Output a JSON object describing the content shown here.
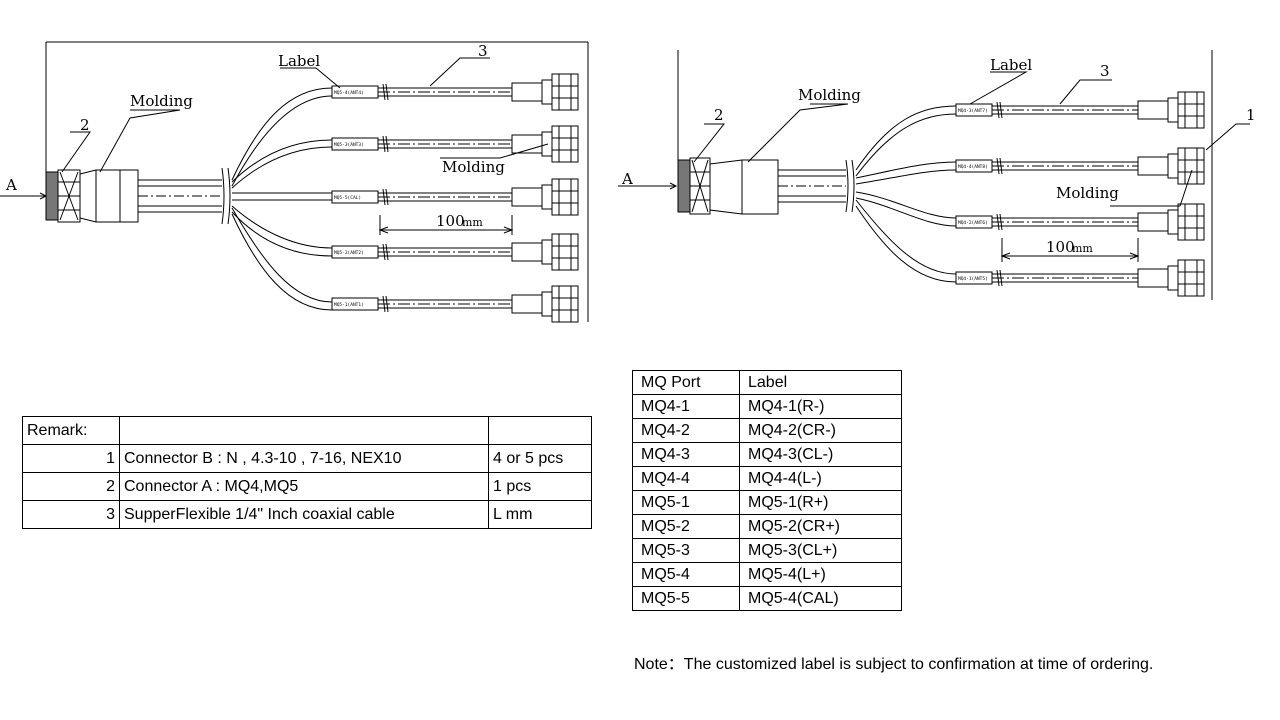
{
  "left_diagram": {
    "callout_label": "Label",
    "callout_molding_top": "Molding",
    "callout_molding_mid": "Molding",
    "callout_2": "2",
    "callout_3": "3",
    "view_a": "A",
    "dimension": "100",
    "dimension_unit": "mm",
    "tags": [
      "MQ5-4(ANT4)",
      "MQ5-3(ANT3)",
      "MQ5-5(CAL)",
      "MQ5-2(ANT2)",
      "MQ5-1(ANT1)"
    ]
  },
  "right_diagram": {
    "callout_label": "Label",
    "callout_molding_top": "Molding",
    "callout_molding_mid": "Molding",
    "callout_1": "1",
    "callout_2": "2",
    "callout_3": "3",
    "view_a": "A",
    "dimension": "100",
    "dimension_unit": "mm",
    "tags": [
      "MQ4-3(ANT7)",
      "MQ4-4(ANT8)",
      "MQ4-2(ANT6)",
      "MQ4-1(ANT5)"
    ]
  },
  "remark_table": {
    "header": "Remark:",
    "rows": [
      {
        "num": "1",
        "desc": "Connector B : N ,  4.3-10 , 7-16,  NEX10",
        "qty": "4 or 5 pcs"
      },
      {
        "num": "2",
        "desc": "Connector A : MQ4,MQ5",
        "qty": "1 pcs"
      },
      {
        "num": "3",
        "desc": "SupperFlexible 1/4\" Inch coaxial cable",
        "qty": "L mm"
      }
    ]
  },
  "port_table": {
    "headers": [
      "MQ Port",
      "Label"
    ],
    "rows": [
      [
        "MQ4-1",
        "MQ4-1(R-)"
      ],
      [
        "MQ4-2",
        "MQ4-2(CR-)"
      ],
      [
        "MQ4-3",
        "MQ4-3(CL-)"
      ],
      [
        "MQ4-4",
        "MQ4-4(L-)"
      ],
      [
        "MQ5-1",
        "MQ5-1(R+)"
      ],
      [
        "MQ5-2",
        "MQ5-2(CR+)"
      ],
      [
        "MQ5-3",
        "MQ5-3(CL+)"
      ],
      [
        "MQ5-4",
        "MQ5-4(L+)"
      ],
      [
        "MQ5-5",
        "MQ5-4(CAL)"
      ]
    ]
  },
  "note": "Note：The customized label is subject to confirmation at time of ordering."
}
